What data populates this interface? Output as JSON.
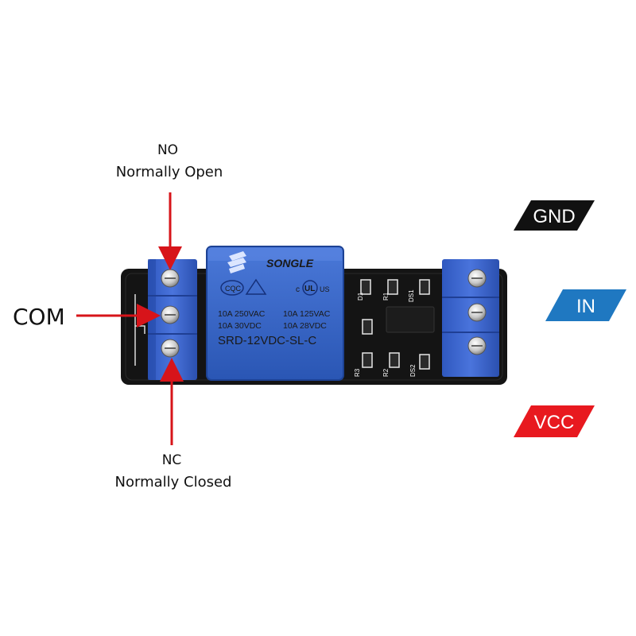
{
  "labels": {
    "no_title": "NO",
    "no_subtitle": "Normally Open",
    "com": "COM",
    "nc_title": "NC",
    "nc_subtitle": "Normally Closed"
  },
  "pins": [
    {
      "label": "GND",
      "color": "#111111"
    },
    {
      "label": "IN",
      "color": "#1f78c1"
    },
    {
      "label": "VCC",
      "color": "#e8191f"
    }
  ],
  "relay": {
    "brand": "SONGLE",
    "rating_row1_left": "10A 250VAC",
    "rating_row1_right": "10A 125VAC",
    "rating_row2_left": "10A 30VDC",
    "rating_row2_right": "10A 28VDC",
    "model": "SRD-12VDC-SL-C",
    "cert_left": "CQC",
    "cert_right": "US"
  },
  "board_silkscreen": {
    "d1": "D1",
    "r1": "R1",
    "ds1": "DS1",
    "r3": "R3",
    "r2": "R2",
    "ds2": "DS2"
  },
  "colors": {
    "arrow": "#d7141a",
    "terminal": "#3a63c8",
    "relay_body": "#2f5fc4",
    "pcb": "#141414"
  }
}
